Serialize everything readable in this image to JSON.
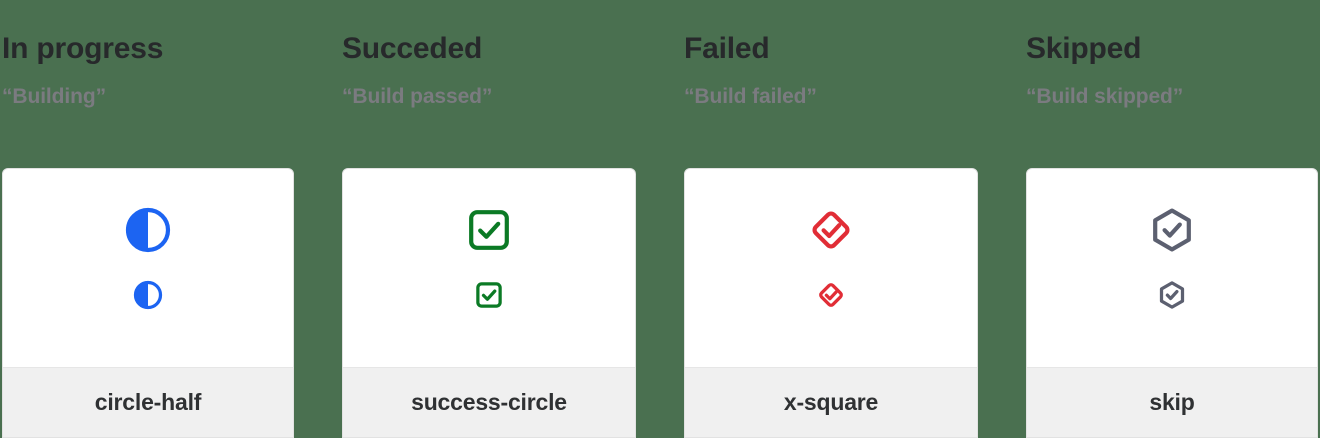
{
  "page": {
    "background_color": "#4a7050",
    "card_background": "#ffffff",
    "card_footer_background": "#f0f0f0",
    "title_color": "#27292b",
    "subtitle_color": "#7b7b80",
    "label_color": "#2f3133"
  },
  "columns": [
    {
      "title": "In progress",
      "subtitle": "“Building”",
      "icon_name": "circle-half-icon",
      "icon_label": "circle-half",
      "icon_color": "#1c64f2"
    },
    {
      "title": "Succeded",
      "subtitle": "“Build passed”",
      "icon_name": "success-circle-icon",
      "icon_label": "success-circle",
      "icon_color": "#0b7a25"
    },
    {
      "title": "Failed",
      "subtitle": "“Build failed”",
      "icon_name": "x-square-icon",
      "icon_label": "x-square",
      "icon_color": "#e12d36"
    },
    {
      "title": "Skipped",
      "subtitle": "“Build skipped”",
      "icon_name": "skip-icon",
      "icon_label": "skip",
      "icon_color": "#5c6070"
    }
  ]
}
